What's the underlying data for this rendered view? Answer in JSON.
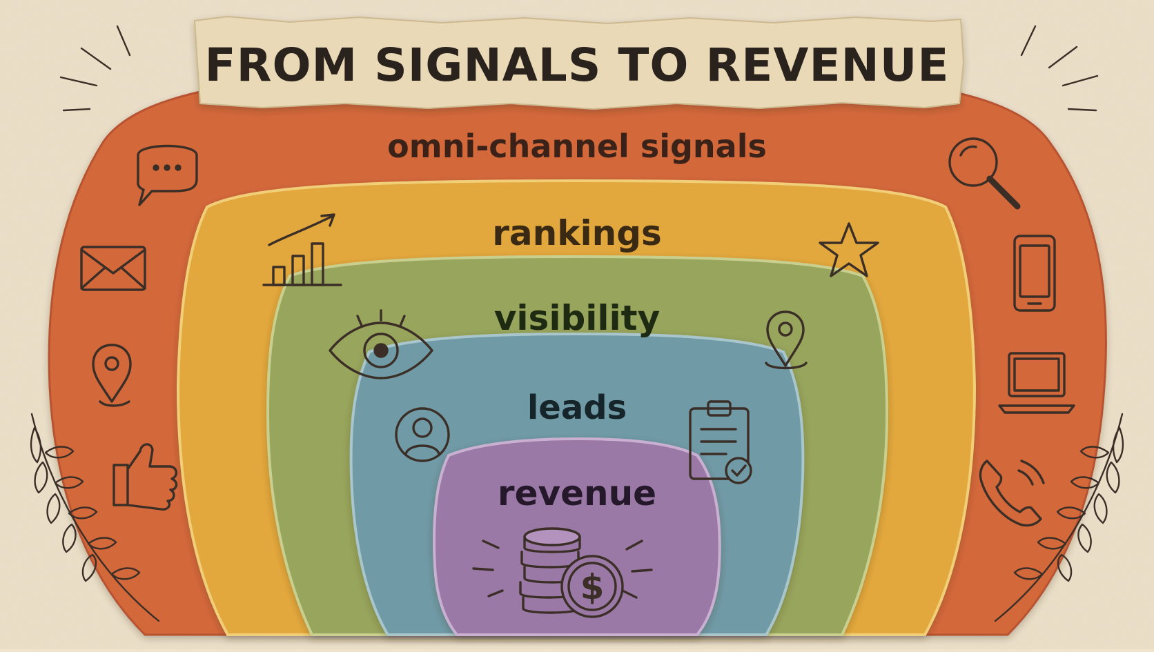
{
  "title": "FROM SIGNALS TO REVENUE",
  "layers": [
    {
      "label": "omni-channel signals",
      "color": "#d3683a"
    },
    {
      "label": "rankings",
      "color": "#e3a83e"
    },
    {
      "label": "visibility",
      "color": "#98a55c"
    },
    {
      "label": "leads",
      "color": "#6f9aa6"
    },
    {
      "label": "revenue",
      "color": "#9b79a6"
    }
  ],
  "icons": {
    "signals": [
      "chat-bubble-icon",
      "envelope-icon",
      "map-pin-icon",
      "thumbs-up-icon",
      "magnifier-icon",
      "smartphone-icon",
      "laptop-icon",
      "phone-ringing-icon"
    ],
    "rankings": [
      "bar-chart-rising-icon",
      "star-icon"
    ],
    "visibility": [
      "eye-icon",
      "location-pin-icon"
    ],
    "leads": [
      "user-circle-icon",
      "clipboard-check-icon"
    ],
    "revenue": [
      "coins-dollar-icon"
    ]
  },
  "decorations": [
    "laurel-branch-left",
    "laurel-branch-right",
    "sparkle-lines"
  ]
}
